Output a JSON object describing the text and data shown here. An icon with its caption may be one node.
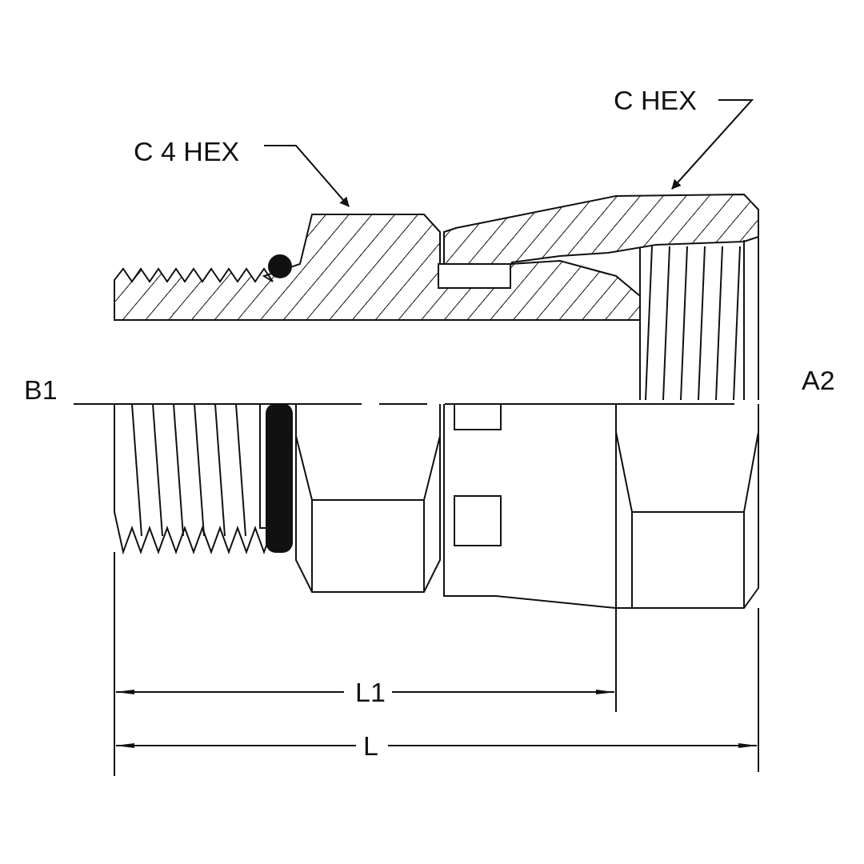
{
  "diagram": {
    "nodes": [
      {
        "text": [
          "C HEX"
        ]
      },
      {
        "text": [
          "C 4 HEX"
        ]
      }
    ],
    "edges": [
      {
        "from": 0,
        "to": null,
        "arrow": "to"
      },
      {
        "from": 1,
        "to": null,
        "arrow": "to"
      }
    ],
    "labels": [
      "B1",
      "A2",
      "L1",
      "L"
    ]
  }
}
